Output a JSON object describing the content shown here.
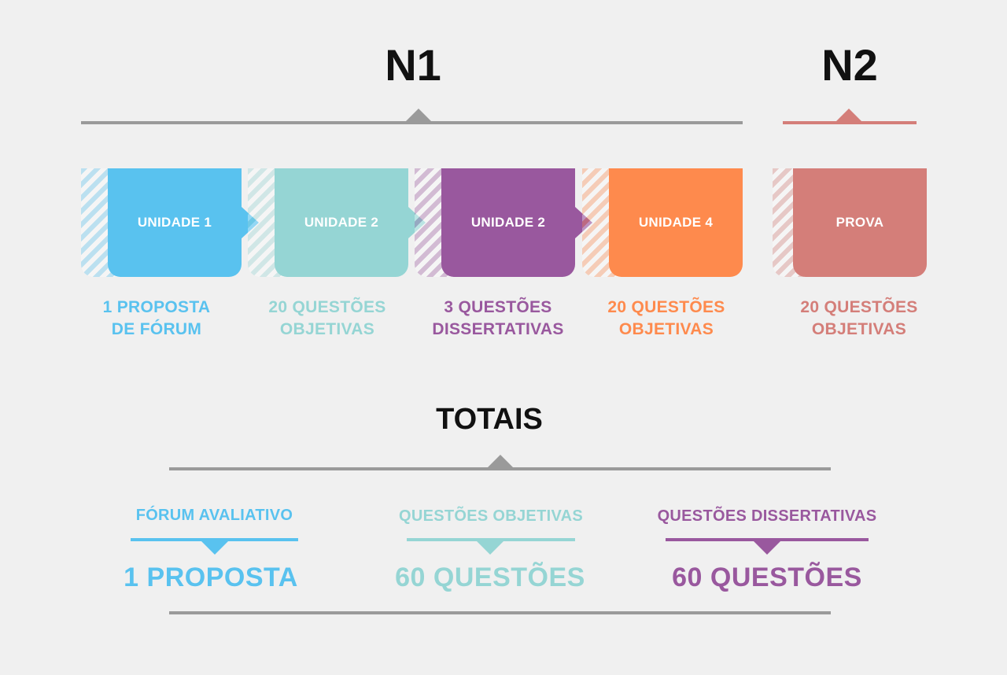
{
  "headings": {
    "n1": "N1",
    "n2": "N2",
    "totals": "TOTAIS"
  },
  "units": [
    {
      "label": "UNIDADE 1",
      "desc_line1": "1 PROPOSTA",
      "desc_line2": "DE FÓRUM",
      "color": "#59c2ef"
    },
    {
      "label": "UNIDADE 2",
      "desc_line1": "20 QUESTÕES",
      "desc_line2": "OBJETIVAS",
      "color": "#95d5d4"
    },
    {
      "label": "UNIDADE 2",
      "desc_line1": "3 QUESTÕES",
      "desc_line2": "DISSERTATIVAS",
      "color": "#99589e"
    },
    {
      "label": "UNIDADE 4",
      "desc_line1": "20 QUESTÕES",
      "desc_line2": "OBJETIVAS",
      "color": "#fe8a4d"
    },
    {
      "label": "PROVA",
      "desc_line1": "20 QUESTÕES",
      "desc_line2": "OBJETIVAS",
      "color": "#d47e79"
    }
  ],
  "totals": [
    {
      "label": "FÓRUM AVALIATIVO",
      "value": "1 PROPOSTA",
      "color": "#59c2ef"
    },
    {
      "label": "QUESTÕES OBJETIVAS",
      "value": "60 QUESTÕES",
      "color": "#95d5d4"
    },
    {
      "label": "QUESTÕES DISSERTATIVAS",
      "value": "60 QUESTÕES",
      "color": "#99589e"
    }
  ],
  "colors": {
    "rule_gray": "#9a9a9a",
    "n2_rule": "#d47e79",
    "background": "#f0f0f0"
  }
}
